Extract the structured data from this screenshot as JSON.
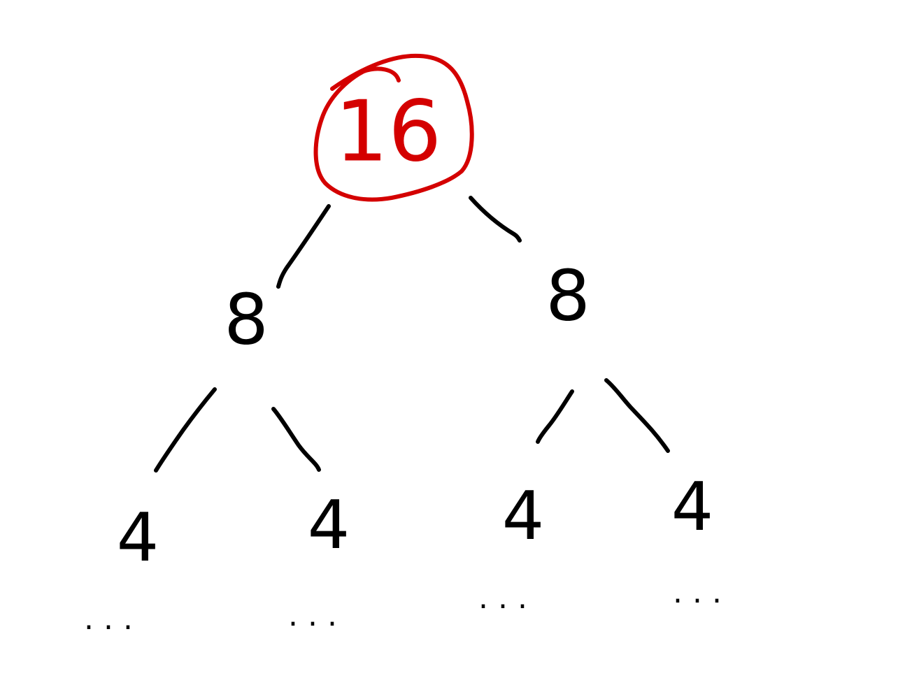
{
  "tree": {
    "root": {
      "label": "16",
      "highlighted": true
    },
    "level1": [
      {
        "label": "8"
      },
      {
        "label": "8"
      }
    ],
    "level2": [
      {
        "label": "4"
      },
      {
        "label": "4"
      },
      {
        "label": "4"
      },
      {
        "label": "4"
      }
    ],
    "continuations": [
      {
        "label": "..."
      },
      {
        "label": "..."
      },
      {
        "label": "..."
      },
      {
        "label": "..."
      }
    ]
  },
  "colors": {
    "highlight": "#d40000",
    "ink": "#000000",
    "background": "#ffffff"
  }
}
